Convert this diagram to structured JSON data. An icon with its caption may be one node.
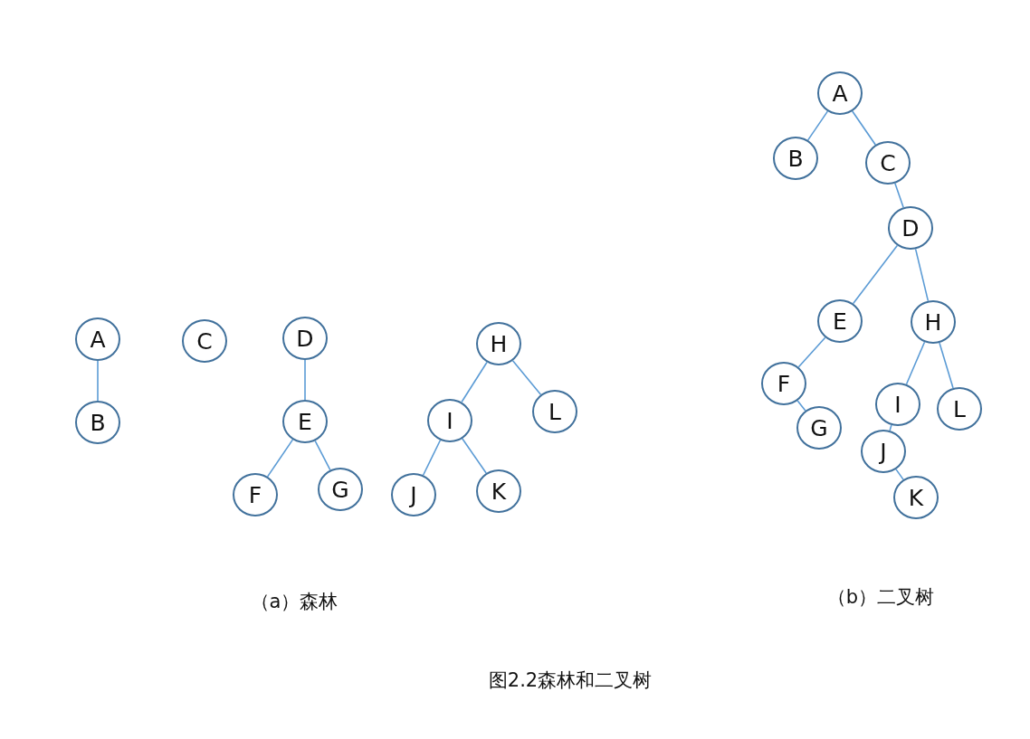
{
  "diagram": {
    "caption": "图2.2森林和二叉树",
    "nodes": [
      {
        "text": [
          "A"
        ]
      },
      {
        "text": [
          "B"
        ]
      },
      {
        "text": [
          "C"
        ]
      },
      {
        "text": [
          "D"
        ]
      },
      {
        "text": [
          "E"
        ]
      },
      {
        "text": [
          "F"
        ]
      },
      {
        "text": [
          "G"
        ]
      },
      {
        "text": [
          "H"
        ]
      },
      {
        "text": [
          "I"
        ]
      },
      {
        "text": [
          "J"
        ]
      },
      {
        "text": [
          "K"
        ]
      },
      {
        "text": [
          "L"
        ]
      },
      {
        "text": [
          "A"
        ]
      },
      {
        "text": [
          "B"
        ]
      },
      {
        "text": [
          "C"
        ]
      },
      {
        "text": [
          "D"
        ]
      },
      {
        "text": [
          "E"
        ]
      },
      {
        "text": [
          "H"
        ]
      },
      {
        "text": [
          "F"
        ]
      },
      {
        "text": [
          "G"
        ]
      },
      {
        "text": [
          "I"
        ]
      },
      {
        "text": [
          "L"
        ]
      },
      {
        "text": [
          "J"
        ]
      },
      {
        "text": [
          "K"
        ]
      }
    ],
    "edges": [
      {
        "from": 0,
        "to": 1,
        "arrow": "none"
      },
      {
        "from": 3,
        "to": 4,
        "arrow": "none"
      },
      {
        "from": 4,
        "to": 5,
        "arrow": "none"
      },
      {
        "from": 4,
        "to": 6,
        "arrow": "none"
      },
      {
        "from": 7,
        "to": 8,
        "arrow": "none"
      },
      {
        "from": 7,
        "to": 11,
        "arrow": "none"
      },
      {
        "from": 8,
        "to": 9,
        "arrow": "none"
      },
      {
        "from": 8,
        "to": 10,
        "arrow": "none"
      },
      {
        "from": 12,
        "to": 13,
        "arrow": "none"
      },
      {
        "from": 12,
        "to": 14,
        "arrow": "none"
      },
      {
        "from": 14,
        "to": 15,
        "arrow": "none"
      },
      {
        "from": 15,
        "to": 16,
        "arrow": "none"
      },
      {
        "from": 15,
        "to": 17,
        "arrow": "none"
      },
      {
        "from": 16,
        "to": 18,
        "arrow": "none"
      },
      {
        "from": 18,
        "to": 19,
        "arrow": "none"
      },
      {
        "from": 17,
        "to": 20,
        "arrow": "none"
      },
      {
        "from": 17,
        "to": 21,
        "arrow": "none"
      },
      {
        "from": 20,
        "to": 22,
        "arrow": "none"
      },
      {
        "from": 22,
        "to": 23,
        "arrow": "none"
      }
    ],
    "labels": [
      "（a）森林",
      "（b）二叉树"
    ]
  }
}
